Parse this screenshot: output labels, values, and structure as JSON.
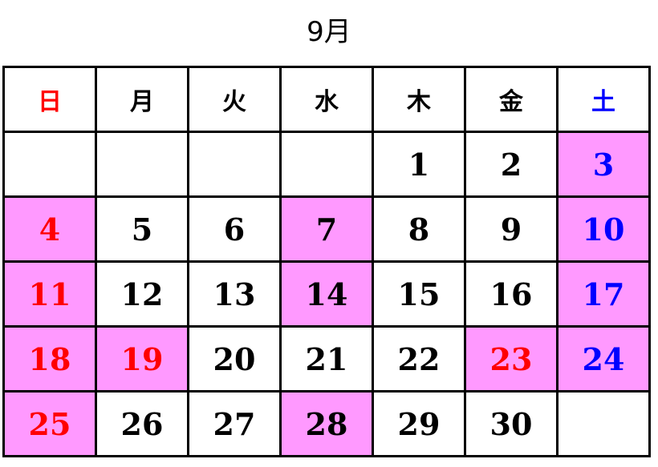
{
  "title": "9月",
  "colors": {
    "sunday": "#ff0000",
    "saturday": "#0000ff",
    "weekday": "#000000",
    "highlight": "#ff99ff",
    "normal_bg": "#ffffff"
  },
  "weekdays": [
    {
      "label": "日",
      "color": "#ff0000"
    },
    {
      "label": "月",
      "color": "#000000"
    },
    {
      "label": "火",
      "color": "#000000"
    },
    {
      "label": "水",
      "color": "#000000"
    },
    {
      "label": "木",
      "color": "#000000"
    },
    {
      "label": "金",
      "color": "#000000"
    },
    {
      "label": "土",
      "color": "#0000ff"
    }
  ],
  "weeks": [
    [
      {
        "day": "",
        "color": "#000000",
        "highlight": false
      },
      {
        "day": "",
        "color": "#000000",
        "highlight": false
      },
      {
        "day": "",
        "color": "#000000",
        "highlight": false
      },
      {
        "day": "",
        "color": "#000000",
        "highlight": false
      },
      {
        "day": "1",
        "color": "#000000",
        "highlight": false
      },
      {
        "day": "2",
        "color": "#000000",
        "highlight": false
      },
      {
        "day": "3",
        "color": "#0000ff",
        "highlight": true
      }
    ],
    [
      {
        "day": "4",
        "color": "#ff0000",
        "highlight": true
      },
      {
        "day": "5",
        "color": "#000000",
        "highlight": false
      },
      {
        "day": "6",
        "color": "#000000",
        "highlight": false
      },
      {
        "day": "7",
        "color": "#000000",
        "highlight": true
      },
      {
        "day": "8",
        "color": "#000000",
        "highlight": false
      },
      {
        "day": "9",
        "color": "#000000",
        "highlight": false
      },
      {
        "day": "10",
        "color": "#0000ff",
        "highlight": true
      }
    ],
    [
      {
        "day": "11",
        "color": "#ff0000",
        "highlight": true
      },
      {
        "day": "12",
        "color": "#000000",
        "highlight": false
      },
      {
        "day": "13",
        "color": "#000000",
        "highlight": false
      },
      {
        "day": "14",
        "color": "#000000",
        "highlight": true
      },
      {
        "day": "15",
        "color": "#000000",
        "highlight": false
      },
      {
        "day": "16",
        "color": "#000000",
        "highlight": false
      },
      {
        "day": "17",
        "color": "#0000ff",
        "highlight": true
      }
    ],
    [
      {
        "day": "18",
        "color": "#ff0000",
        "highlight": true
      },
      {
        "day": "19",
        "color": "#ff0000",
        "highlight": true
      },
      {
        "day": "20",
        "color": "#000000",
        "highlight": false
      },
      {
        "day": "21",
        "color": "#000000",
        "highlight": false
      },
      {
        "day": "22",
        "color": "#000000",
        "highlight": false
      },
      {
        "day": "23",
        "color": "#ff0000",
        "highlight": true
      },
      {
        "day": "24",
        "color": "#0000ff",
        "highlight": true
      }
    ],
    [
      {
        "day": "25",
        "color": "#ff0000",
        "highlight": true
      },
      {
        "day": "26",
        "color": "#000000",
        "highlight": false
      },
      {
        "day": "27",
        "color": "#000000",
        "highlight": false
      },
      {
        "day": "28",
        "color": "#000000",
        "highlight": true
      },
      {
        "day": "29",
        "color": "#000000",
        "highlight": false
      },
      {
        "day": "30",
        "color": "#000000",
        "highlight": false
      },
      {
        "day": "",
        "color": "#000000",
        "highlight": false
      }
    ]
  ]
}
